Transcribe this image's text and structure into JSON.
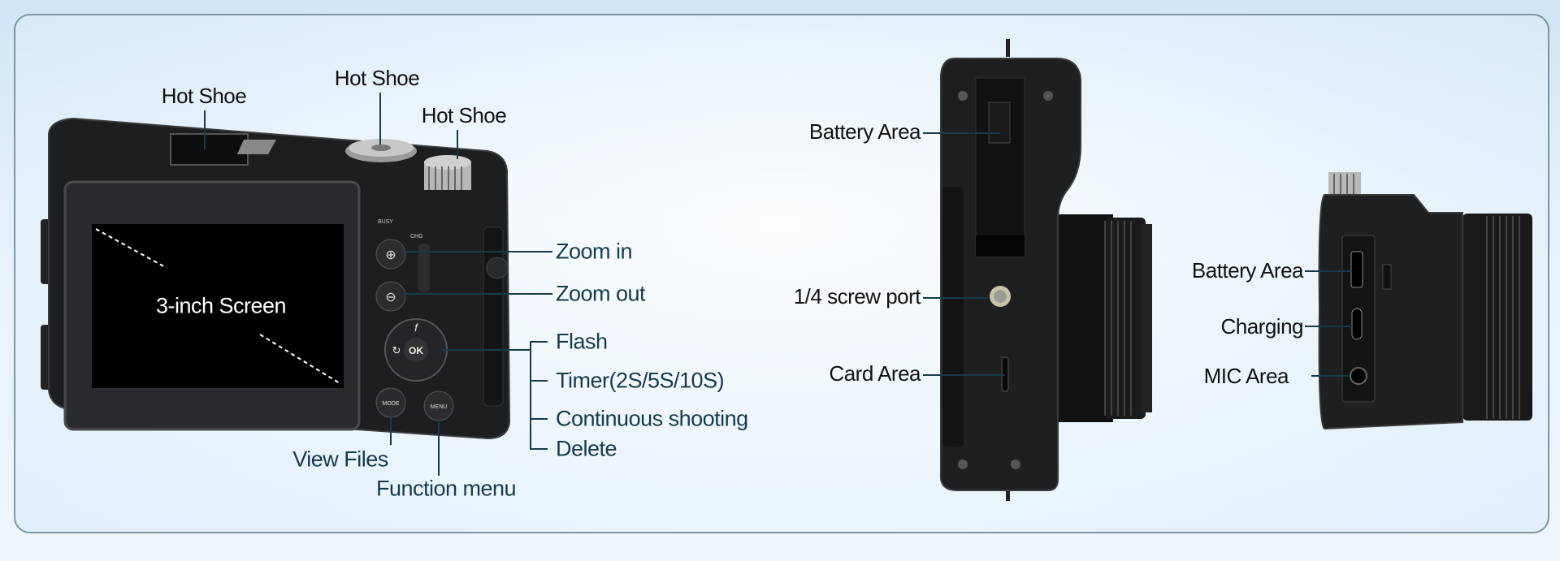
{
  "back_view": {
    "hot_shoe_labels": [
      "Hot Shoe",
      "Hot Shoe",
      "Hot Shoe"
    ],
    "screen_label": "3-inch Screen",
    "zoom_in": "Zoom in",
    "zoom_out": "Zoom out",
    "dial_functions": [
      "Flash",
      "Timer(2S/5S/10S)",
      "Continuous shooting",
      "Delete"
    ],
    "view_files": "View Files",
    "function_menu": "Function menu",
    "button_marks": {
      "busy": "BUSY",
      "chg": "CHG",
      "ok": "OK",
      "mode": "MODE",
      "menu": "MENU"
    }
  },
  "bottom_view": {
    "battery_area": "Battery Area",
    "screw_port": "1/4 screw port",
    "card_area": "Card Area"
  },
  "side_view": {
    "battery_area": "Battery Area",
    "charging": "Charging",
    "mic_area": "MIC Area"
  },
  "colors": {
    "label_teal": "#173a4c",
    "body": "#1b1c1e",
    "border": "#7d96a3"
  }
}
